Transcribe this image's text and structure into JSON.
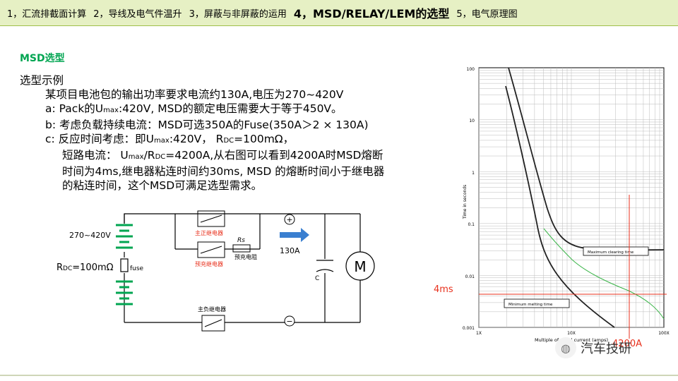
{
  "nav": {
    "items": [
      {
        "label": "1，汇流排截面计算",
        "active": false
      },
      {
        "label": "2，导线及电气件温升",
        "active": false
      },
      {
        "label": "3，屏蔽与非屏蔽的运用",
        "active": false
      },
      {
        "label": "4，MSD/RELAY/LEM的选型",
        "active": true
      },
      {
        "label": "5，电气原理图",
        "active": false
      }
    ],
    "active_color": "#000000"
  },
  "section_title": "MSD选型",
  "example": {
    "heading": "选型示例",
    "line1": "某项目电池包的输出功率要求电流约130A,电压为270~420V",
    "a_pre": "a: Pack的U",
    "a_sub": "max",
    "a_post": ":420V, MSD的额定电压需要大于等于450V。",
    "b": "b: 考虑负载持续电流：MSD可选350A的Fuse(350A＞2 × 130A)",
    "c_pre": "c: 反应时间考虑：即U",
    "c_sub1": "max",
    "c_mid": ":420V， R",
    "c_sub2": "DC",
    "c_post": "=100mΩ，",
    "d_pre": "短路电流： U",
    "d_sub1": "max",
    "d_mid": "/R",
    "d_sub2": "DC",
    "d_post": "=4200A,从右图可以看到4200A时MSD熔断",
    "e": "时间为4ms,继电器粘连时间约30ms, MSD 的熔断时间小于继电器",
    "f": "的粘连时间，这个MSD可满足选型需求。"
  },
  "circuit": {
    "voltage_label": "270~420V",
    "rdc_pre": "R",
    "rdc_sub": "DC",
    "rdc_post": "=100mΩ",
    "fuse_label": "fuse",
    "main_pos_relay": "主正继电器",
    "precharge_relay": "预充继电器",
    "rs_label": "Rs",
    "precharge_resistor": "预充电阻",
    "current_label": "130A",
    "cap_label": "C",
    "motor_label": "M",
    "main_neg_relay": "主负继电器",
    "plus_sign": "+",
    "minus_sign": "−",
    "battery_color": "#00a551",
    "relay_label_color": "#e8301c",
    "arrow_color": "#3a7fd0"
  },
  "graph": {
    "y_ticks": [
      "100",
      "10",
      "1",
      "0.1",
      "0.01",
      "0.001"
    ],
    "x_ticks": [
      "1X",
      "10X",
      "100X"
    ],
    "y_axis_label": "Time in seconds",
    "x_axis_label": "Multiple of rated current (amps)",
    "max_clearing_label": "Maximum clearing time",
    "min_melting_label": "Minimum melting time",
    "marker_time": "4ms",
    "marker_current": "4200A",
    "marker_color": "#e8301c",
    "green_curve_color": "#3cb54a"
  },
  "watermark": {
    "text": "汽车技研",
    "icon": "wechat-icon"
  }
}
